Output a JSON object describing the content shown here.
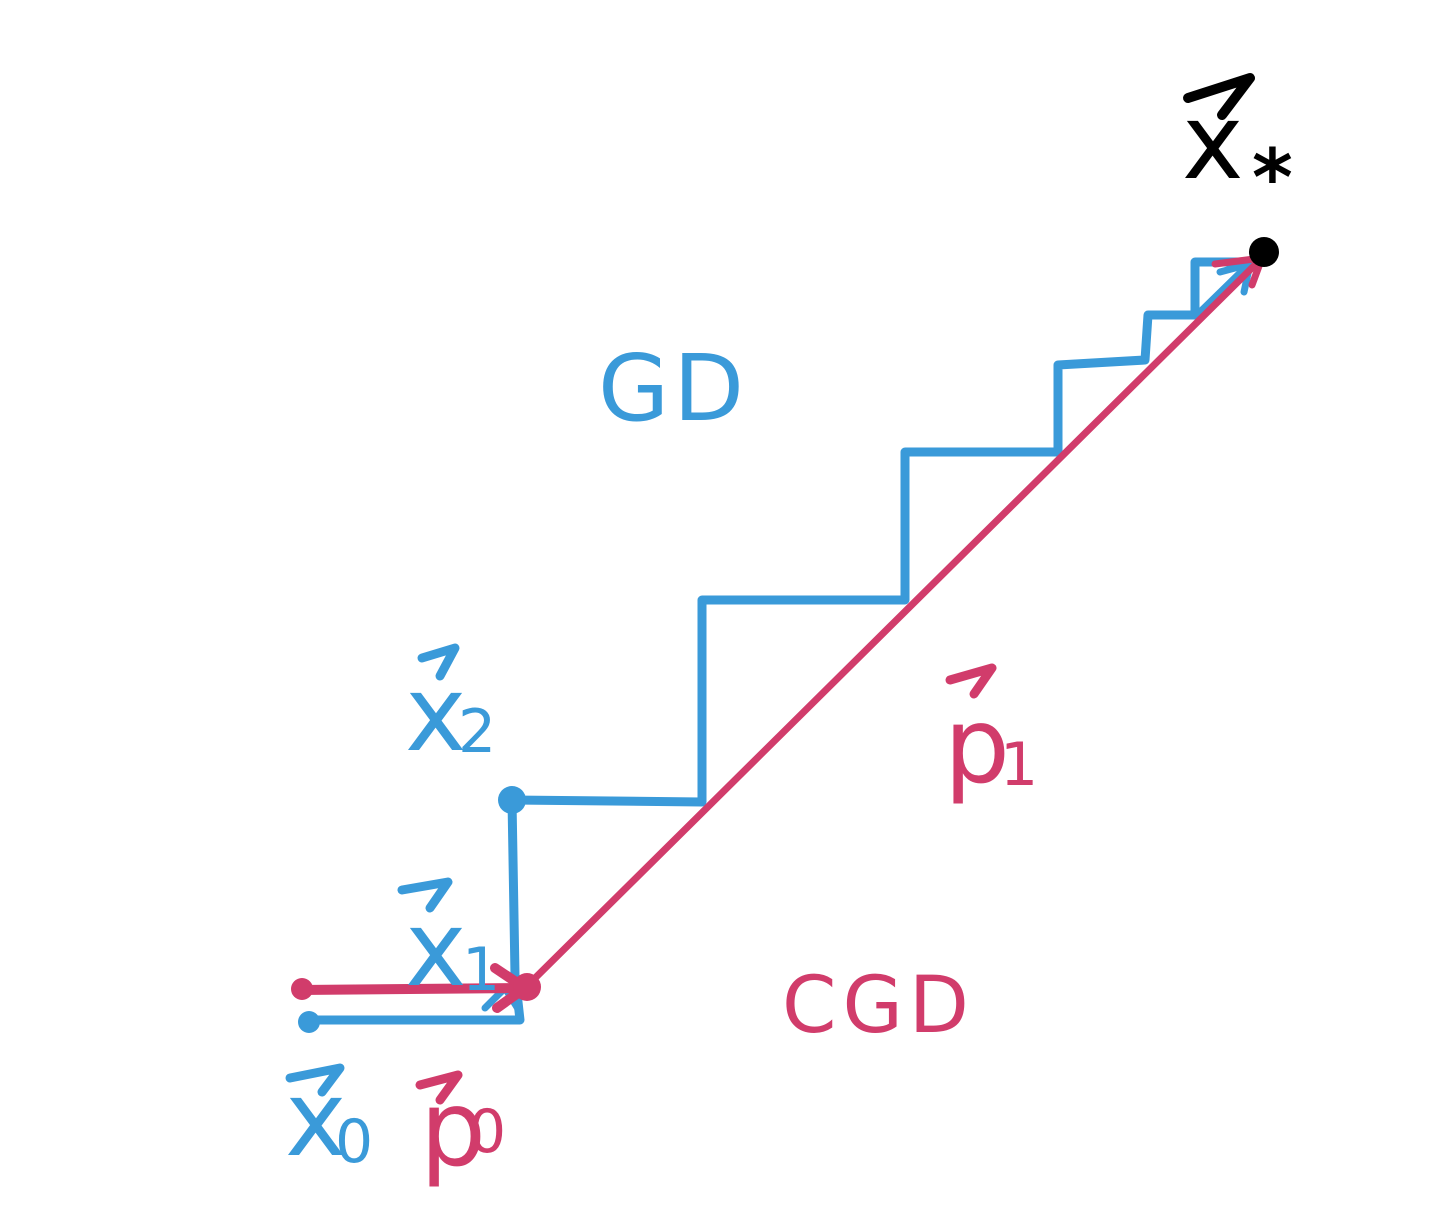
{
  "colors": {
    "gd": "#3a9ad9",
    "cgd": "#d13c6b",
    "optimum": "#000000",
    "background": "#ffffff"
  },
  "labels": {
    "gd": "GD",
    "cgd": "CGD",
    "x0": {
      "base": "x",
      "sub": "0"
    },
    "x1": {
      "base": "x",
      "sub": "1"
    },
    "x2": {
      "base": "x",
      "sub": "2"
    },
    "xstar": {
      "base": "x",
      "sub": "*"
    },
    "p0": {
      "base": "p",
      "sub": "0"
    },
    "p1": {
      "base": "p",
      "sub": "1"
    }
  }
}
